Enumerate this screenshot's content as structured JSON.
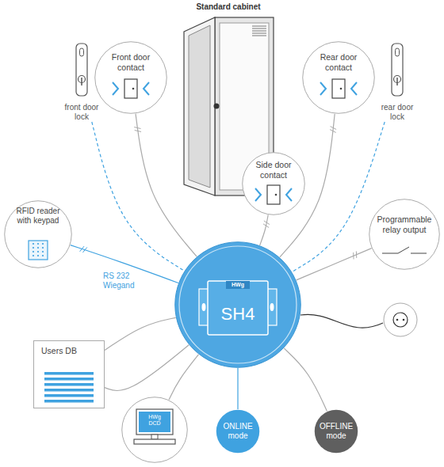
{
  "diagram": {
    "nodes": [
      {
        "text": [
          "front door lock"
        ]
      },
      {
        "text": [
          "Front door contact"
        ]
      },
      {
        "text": [
          "Rear door contact"
        ]
      },
      {
        "text": [
          "rear door lock"
        ]
      },
      {
        "text": [
          "Side door contact"
        ]
      },
      {
        "text": [
          "RFID reader with keypad"
        ]
      },
      {
        "text": [
          "Programmable relay output"
        ]
      },
      {
        "text": [
          "SH4"
        ]
      },
      {
        "text": [
          "Users DB"
        ]
      },
      {
        "text": [
          "HWg DCD"
        ]
      },
      {
        "text": [
          "ONLINE mode"
        ]
      },
      {
        "text": [
          "OFFLINE mode"
        ]
      }
    ],
    "edges": [
      {
        "from": 0,
        "to": 7,
        "arrow": "none"
      },
      {
        "from": 1,
        "to": 7,
        "arrow": "none"
      },
      {
        "from": 2,
        "to": 7,
        "arrow": "none"
      },
      {
        "from": 3,
        "to": 7,
        "arrow": "none"
      },
      {
        "from": 4,
        "to": 7,
        "arrow": "none"
      },
      {
        "from": 5,
        "to": 7,
        "label": "RS 232 Wiegand",
        "arrow": "none"
      },
      {
        "from": 6,
        "to": 7,
        "arrow": "none"
      },
      {
        "from": 8,
        "to": 7,
        "arrow": "none"
      },
      {
        "from": 8,
        "to": 7,
        "arrow": "none"
      },
      {
        "from": 9,
        "to": 7,
        "arrow": "none"
      },
      {
        "from": 10,
        "to": 7,
        "arrow": "none"
      },
      {
        "from": 11,
        "to": 7,
        "arrow": "none"
      }
    ],
    "labels": [
      "Standard cabinet",
      "HWg"
    ]
  }
}
